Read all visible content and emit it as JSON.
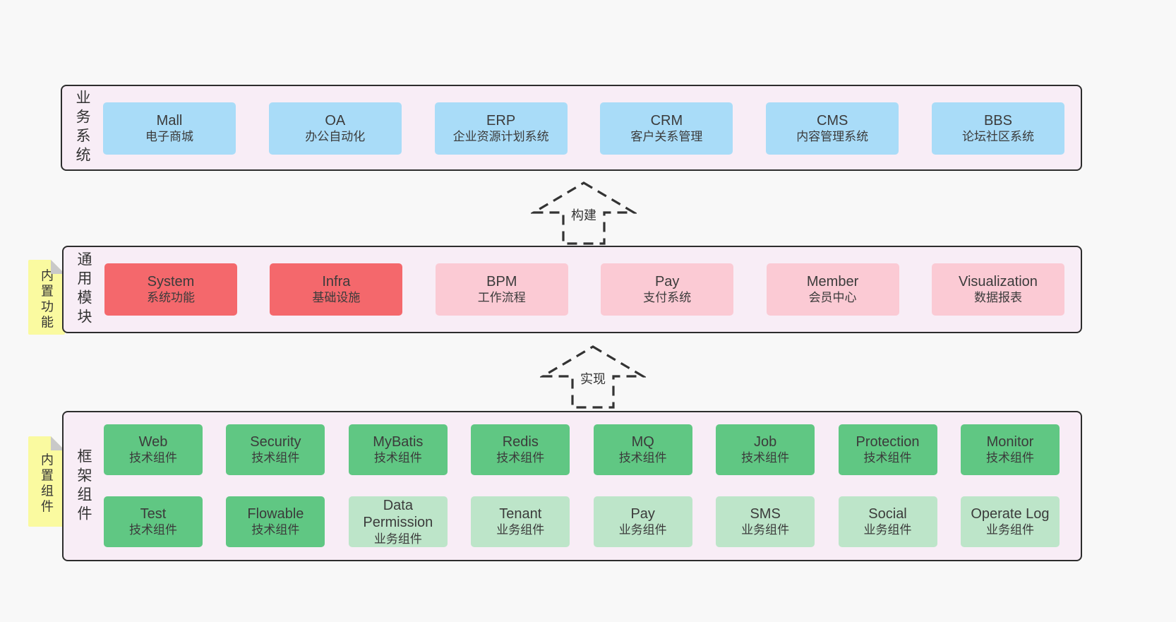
{
  "palette": {
    "page_bg": "#f8f8f8",
    "panel_bg": "#f8edf6",
    "panel_border": "#2d2d2d",
    "blue": "#a9dcf8",
    "red": "#f4686c",
    "pink": "#fbcad4",
    "green": "#60c783",
    "light_green": "#bde5c9",
    "note_yellow": "#fafaa0",
    "note_fold_gray": "#c9c9c9",
    "text": "#3b3b3b"
  },
  "sections": {
    "business": {
      "label": "业务系统",
      "boxes": [
        {
          "title": "Mall",
          "subtitle": "电子商城",
          "variant": "blue"
        },
        {
          "title": "OA",
          "subtitle": "办公自动化",
          "variant": "blue"
        },
        {
          "title": "ERP",
          "subtitle": "企业资源计划系统",
          "variant": "blue"
        },
        {
          "title": "CRM",
          "subtitle": "客户关系管理",
          "variant": "blue"
        },
        {
          "title": "CMS",
          "subtitle": "内容管理系统",
          "variant": "blue"
        },
        {
          "title": "BBS",
          "subtitle": "论坛社区系统",
          "variant": "blue"
        }
      ]
    },
    "build_arrow": {
      "label": "构建"
    },
    "modules": {
      "note": "内置功能",
      "label": "通用模块",
      "boxes": [
        {
          "title": "System",
          "subtitle": "系统功能",
          "variant": "red"
        },
        {
          "title": "Infra",
          "subtitle": "基础设施",
          "variant": "red"
        },
        {
          "title": "BPM",
          "subtitle": "工作流程",
          "variant": "pink"
        },
        {
          "title": "Pay",
          "subtitle": "支付系统",
          "variant": "pink"
        },
        {
          "title": "Member",
          "subtitle": "会员中心",
          "variant": "pink"
        },
        {
          "title": "Visualization",
          "subtitle": "数据报表",
          "variant": "pink"
        }
      ]
    },
    "implement_arrow": {
      "label": "实现"
    },
    "components": {
      "note": "内置组件",
      "label": "框架组件",
      "row1": [
        {
          "title": "Web",
          "subtitle": "技术组件",
          "variant": "green"
        },
        {
          "title": "Security",
          "subtitle": "技术组件",
          "variant": "green"
        },
        {
          "title": "MyBatis",
          "subtitle": "技术组件",
          "variant": "green"
        },
        {
          "title": "Redis",
          "subtitle": "技术组件",
          "variant": "green"
        },
        {
          "title": "MQ",
          "subtitle": "技术组件",
          "variant": "green"
        },
        {
          "title": "Job",
          "subtitle": "技术组件",
          "variant": "green"
        },
        {
          "title": "Protection",
          "subtitle": "技术组件",
          "variant": "green"
        },
        {
          "title": "Monitor",
          "subtitle": "技术组件",
          "variant": "green"
        }
      ],
      "row2": [
        {
          "title": "Test",
          "subtitle": "技术组件",
          "variant": "green"
        },
        {
          "title": "Flowable",
          "subtitle": "技术组件",
          "variant": "green"
        },
        {
          "title": "Data Permission",
          "subtitle": "业务组件",
          "variant": "lightgreen"
        },
        {
          "title": "Tenant",
          "subtitle": "业务组件",
          "variant": "lightgreen"
        },
        {
          "title": "Pay",
          "subtitle": "业务组件",
          "variant": "lightgreen"
        },
        {
          "title": "SMS",
          "subtitle": "业务组件",
          "variant": "lightgreen"
        },
        {
          "title": "Social",
          "subtitle": "业务组件",
          "variant": "lightgreen"
        },
        {
          "title": "Operate Log",
          "subtitle": "业务组件",
          "variant": "lightgreen"
        }
      ]
    }
  }
}
